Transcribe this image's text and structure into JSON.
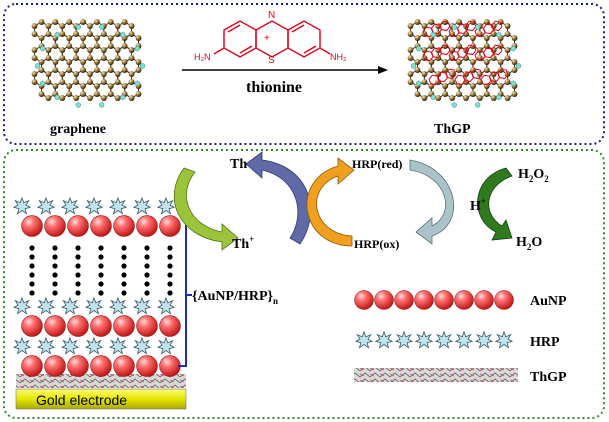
{
  "top_panel": {
    "graphene_label": "graphene",
    "thionine_label": "thionine",
    "thgp_label": "ThGP",
    "thionine_structure": {
      "amine_left": "H₂N",
      "amine_right": "NH₂",
      "ring_n": "N",
      "ring_s": "S",
      "charge": "+"
    }
  },
  "bottom_panel": {
    "electrode_label": "Gold electrode",
    "layer_label_main": "{AuNP/HRP}",
    "layer_label_sub": "n",
    "cycle": {
      "th": "Th",
      "th_plus_main": "Th",
      "th_plus_sup": "+",
      "hrp_red": "HRP(red)",
      "hrp_ox": "HRP(ox)",
      "h2o2_main": "H",
      "h2o2_sub": "2",
      "h2o2_o": "O",
      "h2o2_sub2": "2",
      "h_plus_main": "H",
      "h_plus_sup": "+",
      "h2o_main": "H",
      "h2o_sub": "2",
      "h2o_o": "O"
    },
    "legend": [
      {
        "label": "AuNP",
        "symbol": "red-sphere"
      },
      {
        "label": "HRP",
        "symbol": "cyan-star"
      },
      {
        "label": "ThGP",
        "symbol": "graphene-sheet"
      }
    ]
  },
  "colors": {
    "top_border": "#1b1f8a",
    "bottom_border": "#2e8b2e",
    "sphere": "#f05050",
    "star": "#bfe3ef",
    "electrode": "#e5e500",
    "thionine_red": "#e2001a",
    "arrow_yellowgreen": "#9cc43a",
    "arrow_slate": "#5f6aa6",
    "arrow_orange": "#f0a01e",
    "arrow_gray": "#a9c3c8",
    "arrow_lightblue": "#bfe4ef",
    "arrow_green": "#2f7a1f"
  }
}
